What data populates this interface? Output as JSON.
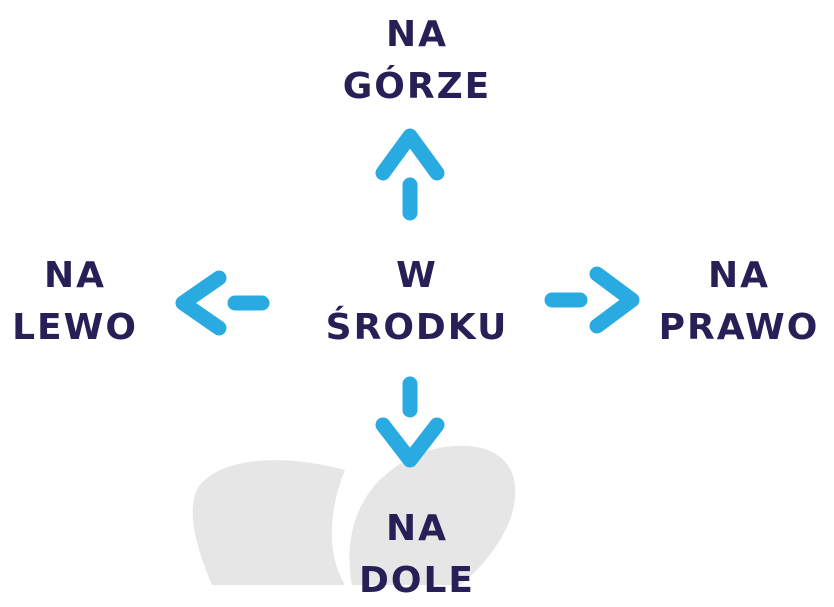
{
  "colors": {
    "text": "#262056",
    "arrow": "#29abe2",
    "watermark": "#e6e6e6"
  },
  "directions": {
    "top": {
      "line1": "NA",
      "line2": "GÓRZE"
    },
    "center": {
      "line1": "W",
      "line2": "ŚRODKU"
    },
    "left": {
      "line1": "NA",
      "line2": "LEWO"
    },
    "right": {
      "line1": "NA",
      "line2": "PRAWO"
    },
    "bottom": {
      "line1": "NA",
      "line2": "DOLE"
    }
  },
  "icons": {
    "up": "arrow-up-icon",
    "down": "arrow-down-icon",
    "left": "arrow-left-icon",
    "right": "arrow-right-icon",
    "watermark": "quote-mark-watermark"
  }
}
